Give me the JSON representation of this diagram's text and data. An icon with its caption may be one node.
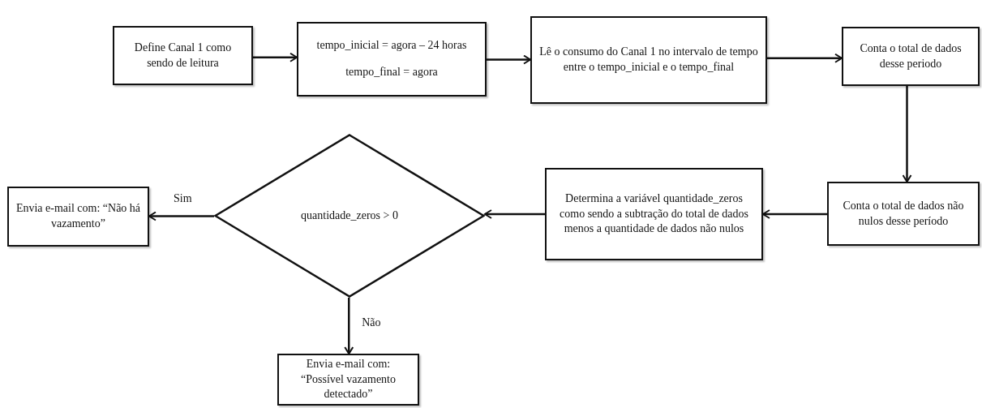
{
  "diagram": {
    "nodes": [
      {
        "text": [
          "Define Canal 1 como sendo de leitura"
        ]
      },
      {
        "text": [
          "tempo_inicial = agora – 24 horas",
          "tempo_final = agora"
        ]
      },
      {
        "text": [
          "Lê o consumo do Canal 1 no intervalo de tempo entre o tempo_inicial e o tempo_final"
        ]
      },
      {
        "text": [
          "Conta o total de dados desse periodo"
        ]
      },
      {
        "text": [
          "Conta o total de dados não nulos desse período"
        ]
      },
      {
        "text": [
          "Determina a variável quantidade_zeros como sendo a subtração do total de dados menos a quantidade de dados não nulos"
        ]
      },
      {
        "text": [
          "quantidade_zeros > 0"
        ]
      },
      {
        "text": [
          "Envia e-mail com: “Não há vazamento”"
        ]
      },
      {
        "text": [
          "Envia e-mail com: “Possível vazamento detectado”"
        ]
      }
    ],
    "edges": [
      {
        "from": 0,
        "to": 1,
        "arrow": "to"
      },
      {
        "from": 1,
        "to": 2,
        "arrow": "to"
      },
      {
        "from": 2,
        "to": 3,
        "arrow": "to"
      },
      {
        "from": 3,
        "to": 4,
        "arrow": "to"
      },
      {
        "from": 4,
        "to": 5,
        "arrow": "to"
      },
      {
        "from": 5,
        "to": 6,
        "arrow": "to"
      },
      {
        "from": 6,
        "to": 7,
        "arrow": "to",
        "label": "Sim"
      },
      {
        "from": 6,
        "to": 8,
        "arrow": "to",
        "label": "Não"
      }
    ]
  }
}
